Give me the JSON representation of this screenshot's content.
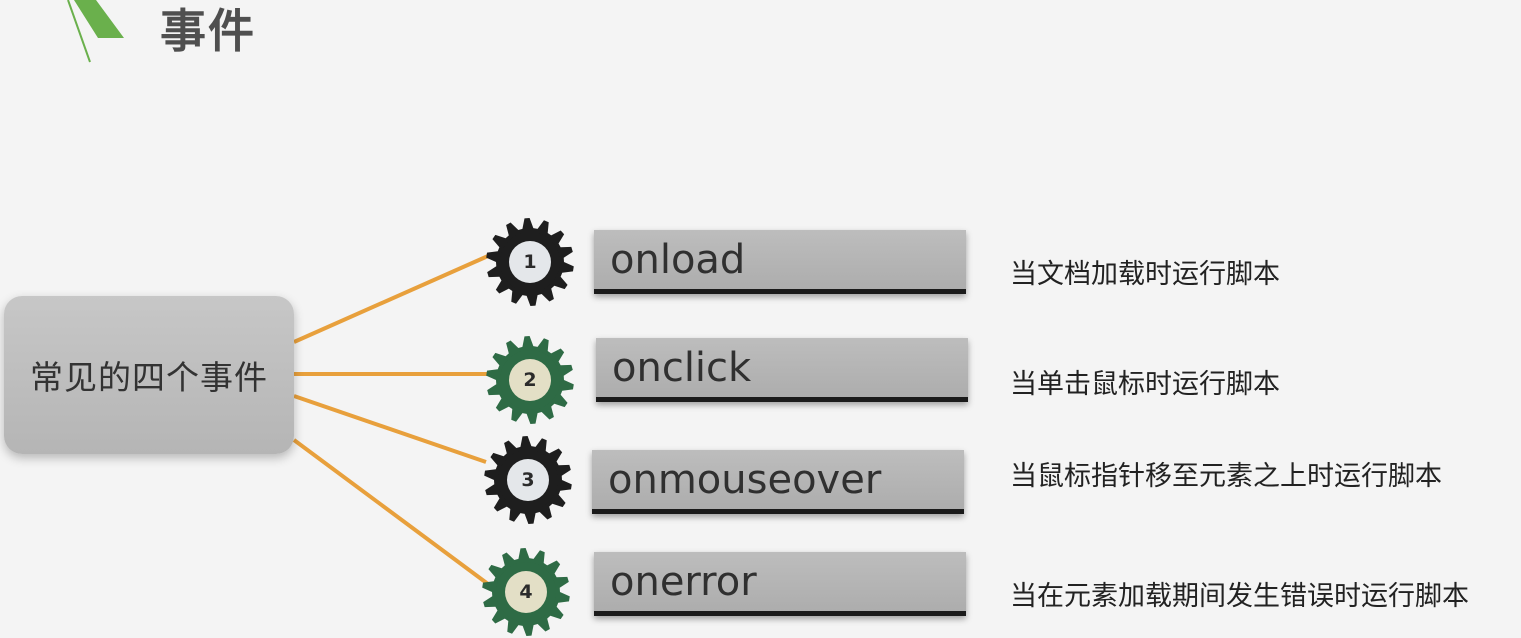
{
  "header": {
    "title": "事件"
  },
  "hub": {
    "label": "常见的四个事件"
  },
  "events": [
    {
      "number": "1",
      "name": "onload",
      "description": "当文档加载时运行脚本",
      "gear_color": "#1e1e1e"
    },
    {
      "number": "2",
      "name": "onclick",
      "description": "当单击鼠标时运行脚本",
      "gear_color": "#2e6b45"
    },
    {
      "number": "3",
      "name": "onmouseover",
      "description": "当鼠标指针移至元素之上时运行脚本",
      "gear_color": "#1e1e1e"
    },
    {
      "number": "4",
      "name": "onerror",
      "description": "当在元素加载期间发生错误时运行脚本",
      "gear_color": "#2e6b45"
    }
  ],
  "colors": {
    "connector": "#e8a03c",
    "logo_green": "#6ab04c"
  }
}
